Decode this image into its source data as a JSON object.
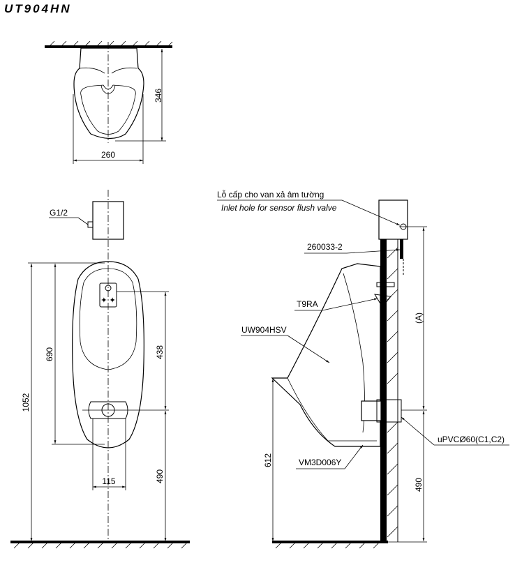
{
  "title": "UT904HN",
  "top_view": {
    "depth_dim": "346",
    "width_dim": "260"
  },
  "front_view": {
    "supply_label": "G1/2",
    "dims": {
      "total_height": "1052",
      "bowl_height": "690",
      "sensor_to_outlet": "438",
      "outlet_height": "490",
      "outlet_width": "115"
    }
  },
  "side_view": {
    "inlet_label_vi": "Lỗ cấp cho van xả âm tường",
    "inlet_label_en": "Inlet hole for sensor flush valve",
    "part_bracket": "260033-2",
    "part_spud": "T9RA",
    "part_urinal": "UW904HSV",
    "part_hanger": "VM3D006Y",
    "part_pipe": "uPVCØ60(C1,C2)",
    "dims": {
      "inlet_height": "(A)",
      "outlet_height": "490",
      "rim_height": "612"
    }
  }
}
